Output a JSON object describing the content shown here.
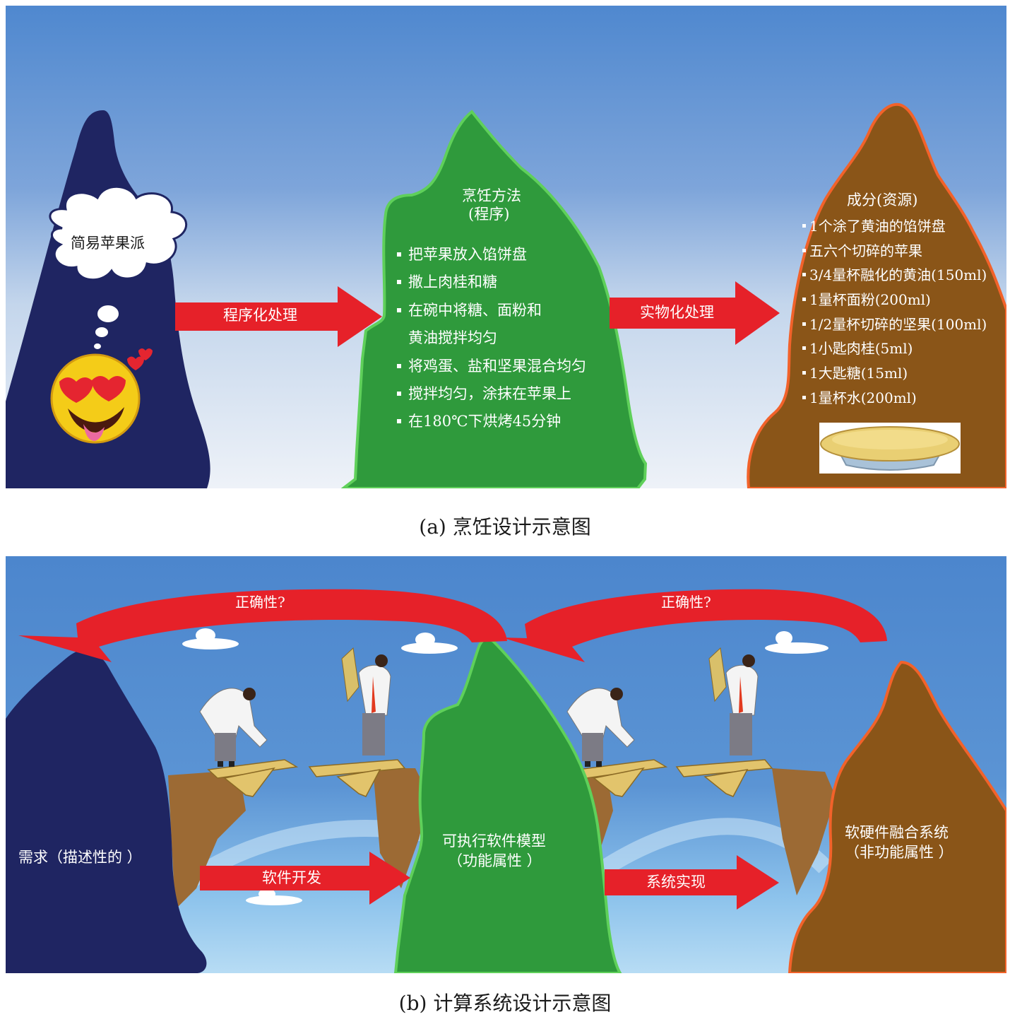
{
  "panel_a": {
    "caption": "(a) 烹饪设计示意图",
    "thought_bubble": "简易苹果派",
    "arrow_left": "程序化处理",
    "arrow_right": "实物化处理",
    "method": {
      "title_line1": "烹饪方法",
      "title_line2": "(程序)",
      "steps": [
        "把苹果放入馅饼盘",
        "撒上肉桂和糖",
        "在碗中将糖、面粉和",
        "黄油搅拌均匀",
        "将鸡蛋、盐和坚果混合均匀",
        "搅拌均匀，涂抹在苹果上",
        "在180℃下烘烤45分钟"
      ]
    },
    "ingredients": {
      "title": "成分(资源)",
      "items": [
        "1个涂了黄油的馅饼盘",
        "五六个切碎的苹果",
        "3/4量杯融化的黄油(150ml)",
        "1量杯面粉(200ml)",
        "1/2量杯切碎的坚果(100ml)",
        "1小匙肉桂(5ml)",
        "1大匙糖(15ml)",
        "1量杯水(200ml)"
      ]
    }
  },
  "panel_b": {
    "caption": "(b) 计算系统设计示意图",
    "top_arrow_left": "正确性?",
    "top_arrow_right": "正确性?",
    "requirement": "需求（描述性的 ）",
    "model_line1": "可执行软件模型",
    "model_line2": "（功能属性 ）",
    "system_line1": "软硬件融合系统",
    "system_line2": "（非功能属性 ）",
    "arrow_dev": "软件开发",
    "arrow_impl": "系统实现"
  },
  "colors": {
    "navy_peak": "#1f2562",
    "green_peak": "#2f9a3c",
    "green_outline": "#5fd05a",
    "brown_peak": "#8a5518",
    "brown_outline": "#f2622a",
    "arrow_red": "#e62129"
  }
}
